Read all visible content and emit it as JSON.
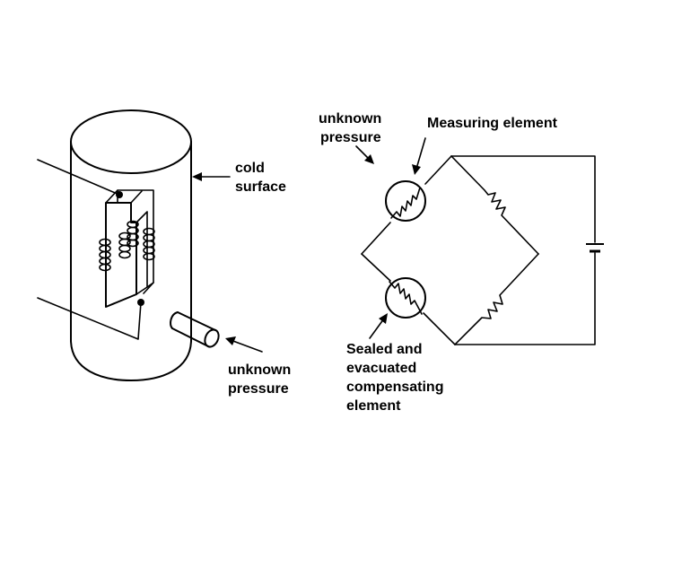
{
  "labels": {
    "cold_surface_1": "cold",
    "cold_surface_2": "surface",
    "left_pressure_1": "unknown",
    "left_pressure_2": "pressure",
    "right_pressure_1": "unknown",
    "right_pressure_2": "pressure",
    "measuring_element": "Measuring element",
    "sealed_1": "Sealed and",
    "sealed_2": "evacuated",
    "sealed_3": "compensating",
    "sealed_4": "element"
  }
}
